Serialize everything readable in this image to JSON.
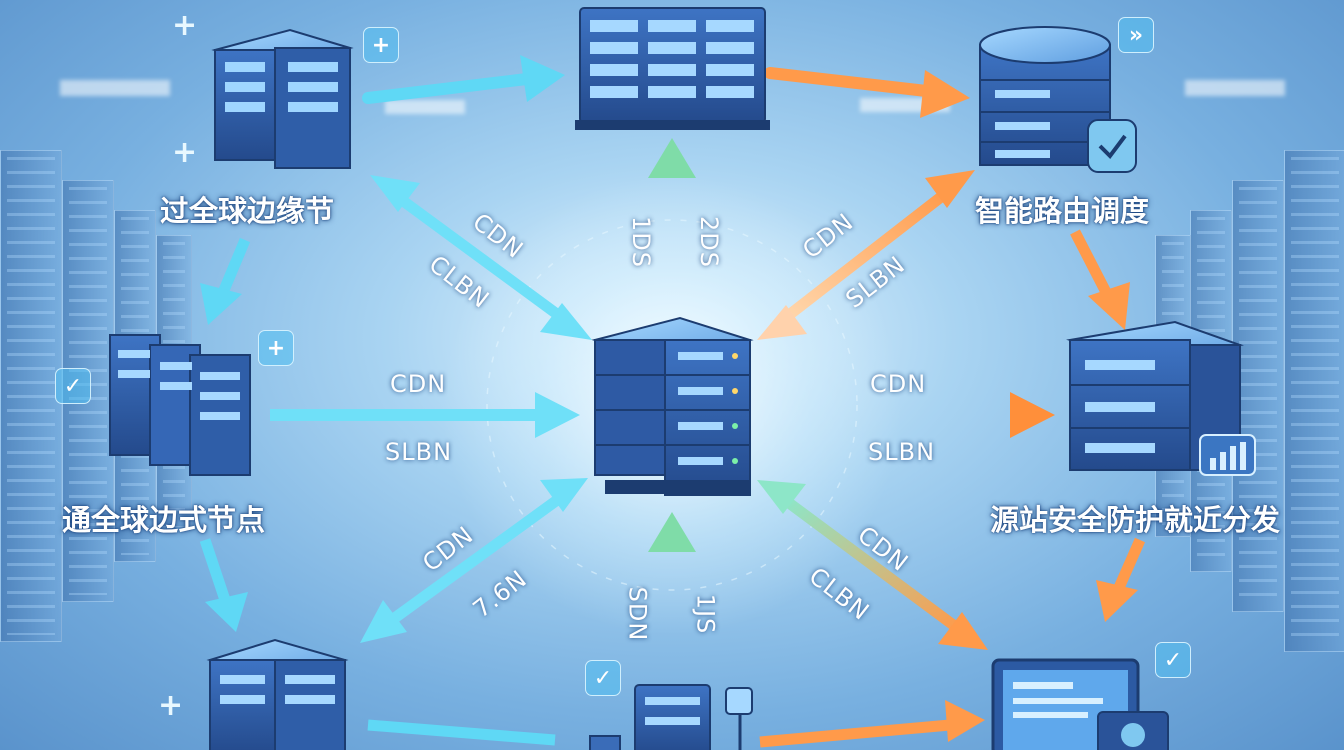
{
  "nodes": {
    "top_left_label": "过全球边缘节",
    "mid_left_label": "通全球边式节点",
    "top_right_label": "智能路由调度",
    "mid_right_label": "源站安全防护就近分发"
  },
  "links": {
    "top_left_cdn": "CDN",
    "top_left_sub": "CLBN",
    "top_mid_left": "1DS",
    "top_mid_right": "2DS",
    "top_right_cdn": "CDN",
    "top_right_sub": "SLBN",
    "left_cdn": "CDN",
    "left_sub": "SLBN",
    "right_cdn": "CDN",
    "right_sub": "SLBN",
    "bottom_left_cdn": "CDN",
    "bottom_left_sub": "7.6N",
    "bottom_mid_left": "SDN",
    "bottom_mid_right": "1JS",
    "bottom_right_cdn": "CDN",
    "bottom_right_sub": "CLBN"
  },
  "badges": {
    "top_left": "+",
    "mid_left_check": "✓",
    "mid_left_plus": "+",
    "top_right": "»",
    "bottom_mid": "✓",
    "bottom_right": "✓"
  },
  "colors": {
    "cyan_arrow": "#5fd8f5",
    "orange_arrow": "#ff9a4a",
    "green_arrow": "#9ae0b0",
    "server_blue": "#2f5ea8"
  }
}
